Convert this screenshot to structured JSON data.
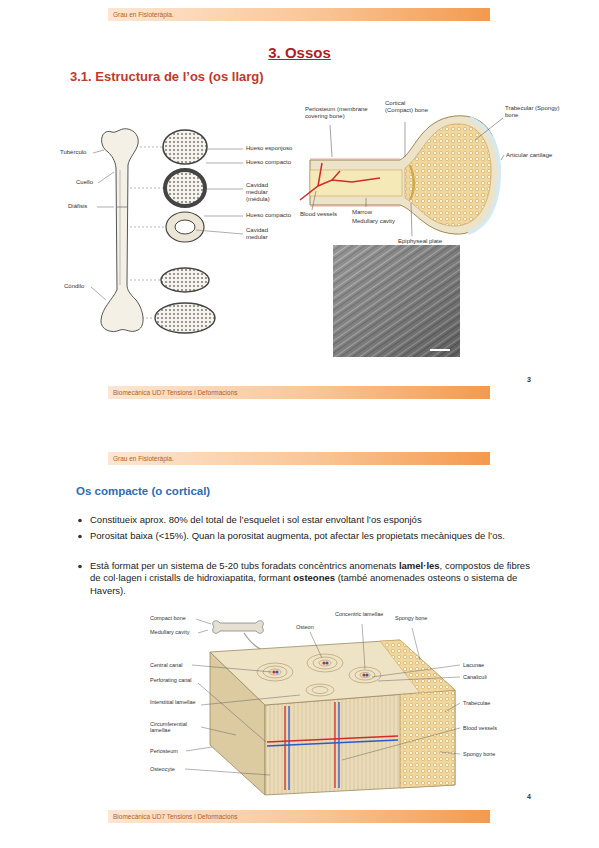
{
  "diagram": {
    "title": "3. Ossos",
    "nodes": [
      {
        "text": [
          "Grau en Fisioteràpia."
        ]
      },
      {
        "text": [
          "Biomecànica UD7 Tensions i Deformacions"
        ]
      },
      {
        "text": [
          "Grau en Fisioteràpia."
        ]
      },
      {
        "text": [
          "Biomecànica UD7 Tensions i Deformacions"
        ]
      }
    ],
    "labels": [
      "3.1. Estructura de l’os (os llarg)",
      "Tubérculo",
      "Cuello",
      "Diáfisis",
      "Cóndilo",
      "Hueso esponjoso",
      "Hueso compacto",
      "Cavidad medular (médula)",
      "Hueso compacto",
      "Cavidad medular",
      "Periosteum (membrane covering bone)",
      "Cortical (Compact) bone",
      "Trabecular (Spongy) bone",
      "Articular cartilage",
      "Blood vessels",
      "Marrow",
      "Medullary cavity",
      "Epiphyseal plate",
      "3",
      "Os compacte (o cortical)",
      "Constitueix aprox. 80% del total de l’esquelet i sol estar envoltant l’os esponjós",
      "Porositat baixa (<15%). Quan la porositat augmenta, pot afectar les propietats mecàniques de l’os.",
      "Està format per un sistema de 5-20 tubs foradats concèntrics anomenats",
      "lamel·les",
      ", compostos de fibres de col·lagen i cristalls de hidroxiapatita, formant",
      "osteones",
      "(també anomenades osteons o sistema de Havers).",
      "Compact bone",
      "Medullary cavity",
      "Central canal",
      "Perforating canal",
      "Interstitial lamellae",
      "Circumferential lamellae",
      "Periosteum",
      "Osteocyte",
      "Spongy bone",
      "Concentric lamellae",
      "Osteon",
      "Lacunae",
      "Canaliculi",
      "Trabeculae",
      "Blood vessels",
      "Spongy bone",
      "4"
    ]
  }
}
